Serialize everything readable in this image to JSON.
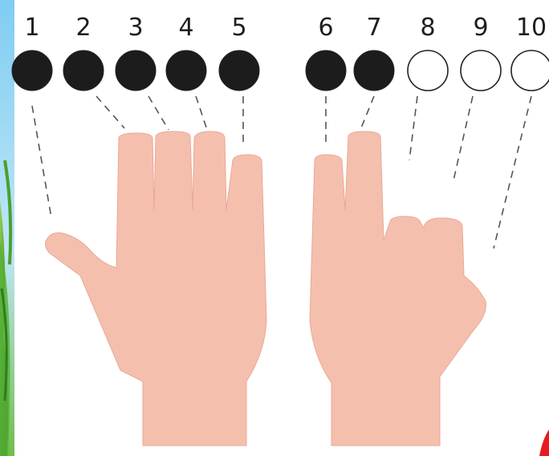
{
  "counters": [
    {
      "label": "1",
      "filled": true
    },
    {
      "label": "2",
      "filled": true
    },
    {
      "label": "3",
      "filled": true
    },
    {
      "label": "4",
      "filled": true
    },
    {
      "label": "5",
      "filled": true
    },
    {
      "label": "6",
      "filled": true
    },
    {
      "label": "7",
      "filled": true
    },
    {
      "label": "8",
      "filled": false
    },
    {
      "label": "9",
      "filled": false
    },
    {
      "label": "10",
      "filled": false
    }
  ],
  "counted_fingers": 7,
  "colors": {
    "skin": "#f5bfae",
    "filled_counter": "#1c1c1c",
    "empty_counter": "#ffffff",
    "leader_line": "#555555",
    "background_card": "#ffffff",
    "sky": "#8fd3f4",
    "grass": "#3f9a2e",
    "accent_red": "#e8181e"
  },
  "icons": {
    "left_hand": "open-hand-icon",
    "right_hand": "two-fingers-raised-hand-icon"
  }
}
